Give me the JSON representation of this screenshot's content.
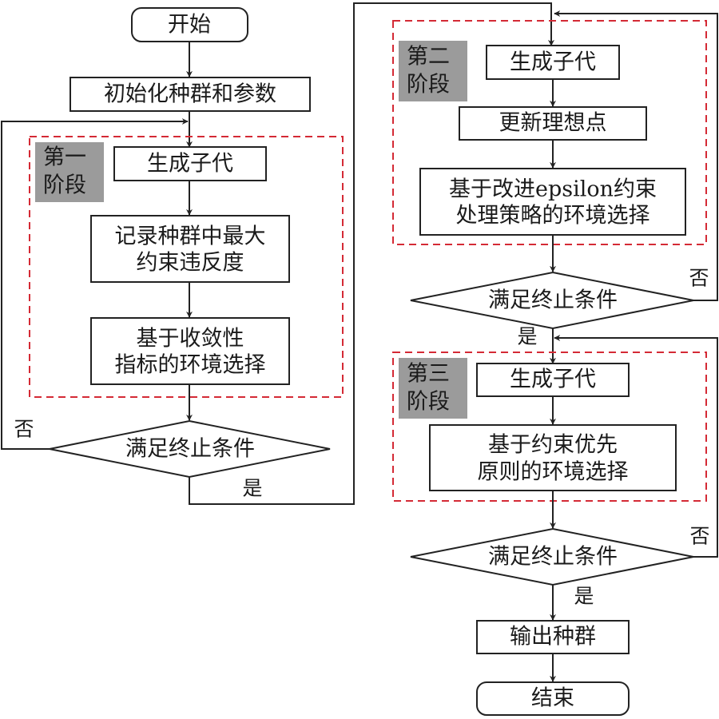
{
  "title": "三阶段约束多目标进化算法流程图",
  "start": "开始",
  "init": "初始化种群和参数",
  "stage1": {
    "tag_line1": "第一",
    "tag_line2": "阶段",
    "step1": "生成子代",
    "step2_line1": "记录种群中最大",
    "step2_line2": "约束违反度",
    "step3_line1": "基于收敛性",
    "step3_line2": "指标的环境选择",
    "decision": "满足终止条件",
    "no": "否",
    "yes": "是"
  },
  "stage2": {
    "tag_line1": "第二",
    "tag_line2": "阶段",
    "step1": "生成子代",
    "step2": "更新理想点",
    "step3_line1": "基于改进epsilon约束",
    "step3_line2": "处理策略的环境选择",
    "decision": "满足终止条件",
    "no": "否",
    "yes": "是"
  },
  "stage3": {
    "tag_line1": "第三",
    "tag_line2": "阶段",
    "step1": "生成子代",
    "step2_line1": "基于约束优先",
    "step2_line2": "原则的环境选择",
    "decision": "满足终止条件",
    "no": "否",
    "yes": "是"
  },
  "output": "输出种群",
  "end": "结束",
  "colors": {
    "stage_border": "#d42a35",
    "stage_tag": "#9b9b9b",
    "line": "#222222"
  }
}
